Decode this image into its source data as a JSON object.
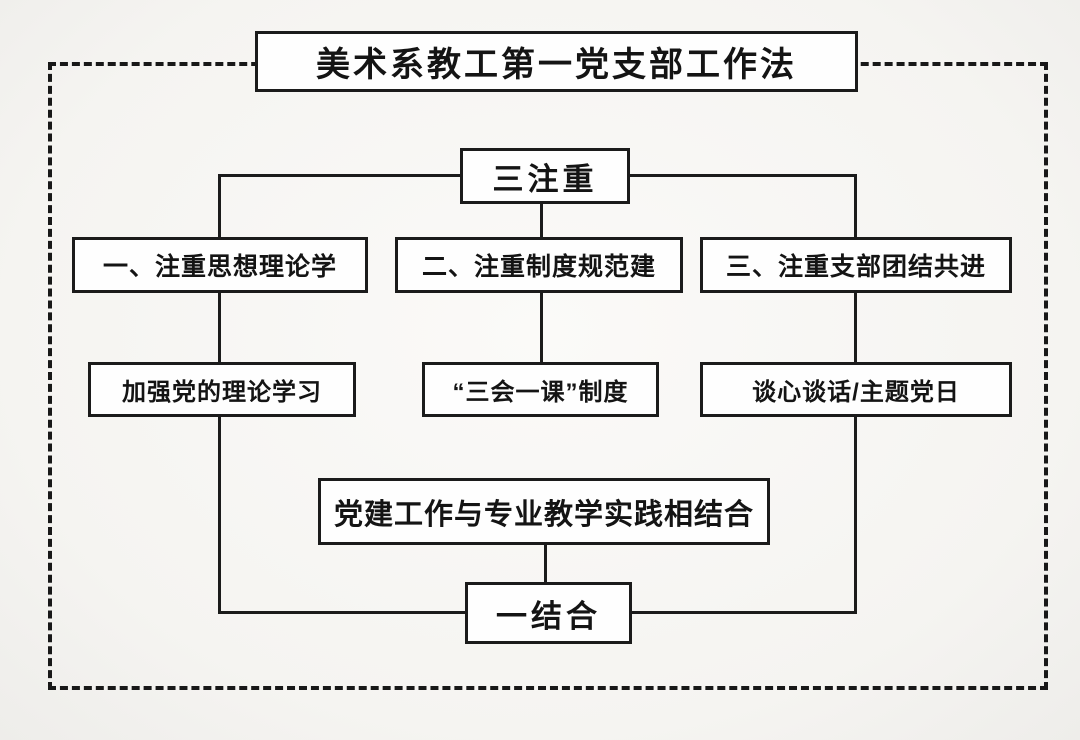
{
  "diagram": {
    "title": "美术系教工第一党支部工作法",
    "top_hub": "三注重",
    "bottom_hub": "一结合",
    "columns": [
      {
        "header": "一、注重思想理论学",
        "detail": "加强党的理论学习"
      },
      {
        "header": "二、注重制度规范建",
        "detail": "“三会一课”制度"
      },
      {
        "header": "三、注重支部团结共进",
        "detail": "谈心谈话/主题党日"
      }
    ],
    "combine_node": "党建工作与专业教学实践相结合",
    "colors": {
      "line": "#1b1b1b",
      "background": "#f5f4f1",
      "box_background": "#fefefe"
    }
  }
}
